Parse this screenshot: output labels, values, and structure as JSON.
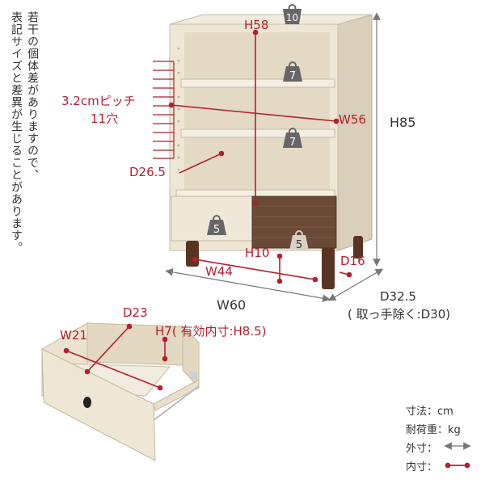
{
  "notes": {
    "line1": "若干の個体差がありますので、",
    "line2": "表記サイズと差異が生じることがあります。"
  },
  "loads": {
    "top": "10",
    "shelf1": "7",
    "shelf2": "7",
    "drawer_left": "5",
    "drawer_right": "5"
  },
  "dimensions": {
    "h58": "H58",
    "w56": "W56",
    "h85": "H85",
    "pitch_line1": "3.2cmピッチ",
    "pitch_line2": "11穴",
    "d26_5": "D26.5",
    "h10": "H10",
    "w44": "W44",
    "d16": "D16",
    "w60": "W60",
    "d32_5": "D32.5",
    "d30_note": "( 取っ手除く:D30)",
    "d23": "D23",
    "w21": "W21",
    "h7": "H7( 有効内寸:H8.5)"
  },
  "legend": {
    "units": "寸法：cm",
    "load": "耐荷重：kg",
    "outer": "外寸：",
    "inner": "内寸："
  },
  "colors": {
    "inner_line": "#b51f2e",
    "outer_line": "#666666",
    "wood_light": "#ece3d1",
    "wood_dark": "#6a4a36",
    "leg": "#5a3422"
  }
}
